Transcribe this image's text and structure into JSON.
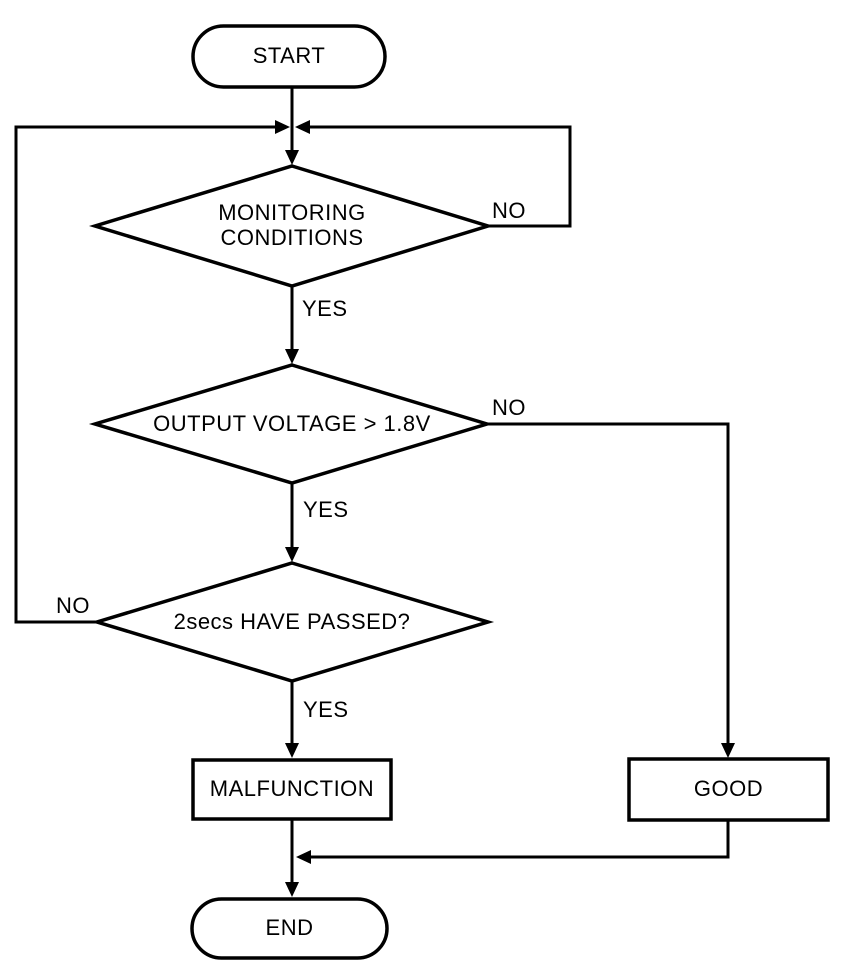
{
  "colors": {
    "background": "#ffffff",
    "line": "#000000",
    "text": "#000000"
  },
  "nodes": {
    "start": {
      "label": "START",
      "shape": "terminator"
    },
    "monitoring_conditions": {
      "label_line1": "MONITORING",
      "label_line2": "CONDITIONS",
      "shape": "decision"
    },
    "output_voltage": {
      "label": "OUTPUT VOLTAGE > 1.8V",
      "shape": "decision"
    },
    "two_secs_passed": {
      "label": "2secs HAVE PASSED?",
      "shape": "decision"
    },
    "malfunction": {
      "label": "MALFUNCTION",
      "shape": "process"
    },
    "good": {
      "label": "GOOD",
      "shape": "process"
    },
    "end": {
      "label": "END",
      "shape": "terminator"
    }
  },
  "edge_labels": {
    "monitoring_no": "NO",
    "monitoring_yes": "YES",
    "voltage_no": "NO",
    "voltage_yes": "YES",
    "passed_no": "NO",
    "passed_yes": "YES"
  }
}
